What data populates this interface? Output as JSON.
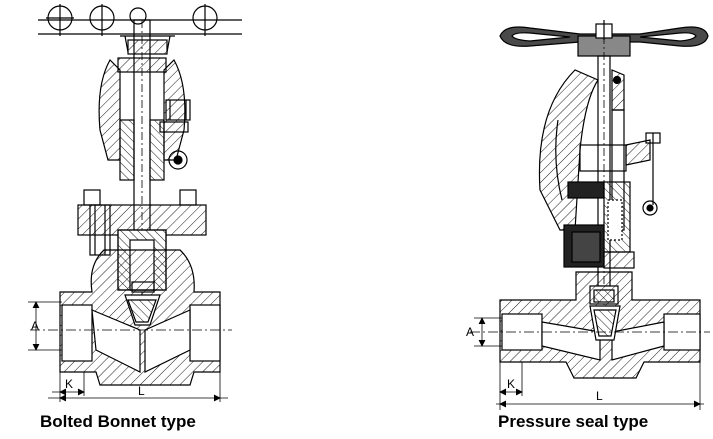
{
  "left_view": {
    "caption": "Bolted Bonnet type",
    "dim_a": "A",
    "dim_k": "K",
    "dim_l": "L"
  },
  "right_view": {
    "caption": "Pressure seal type",
    "dim_a": "A",
    "dim_k": "K",
    "dim_l": "L"
  },
  "colors": {
    "line": "#000000",
    "handwheel_fill": "#4a4a4a",
    "dark_part": "#222222",
    "background": "#ffffff"
  }
}
